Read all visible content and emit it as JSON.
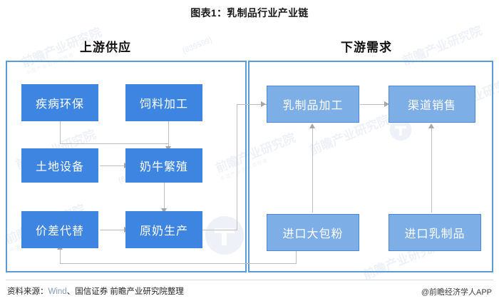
{
  "figure": {
    "title": "图表1：乳制品行业产业链",
    "accent_panel_color": "#5b9bd5",
    "upstream_node_color": "#3d85e0",
    "downstream_node_color": "#7eaee6",
    "connector_color": "#bfbfbf"
  },
  "panels": [
    {
      "id": "upstream",
      "title": "上游供应"
    },
    {
      "id": "downstream",
      "title": "下游需求"
    }
  ],
  "nodes": {
    "upstream": [
      {
        "id": "disease-env",
        "label": "疾病环保"
      },
      {
        "id": "feed-processing",
        "label": "饲料加工"
      },
      {
        "id": "land-equipment",
        "label": "土地设备"
      },
      {
        "id": "cow-breeding",
        "label": "奶牛繁殖"
      },
      {
        "id": "price-substitute",
        "label": "价差代替"
      },
      {
        "id": "raw-milk-production",
        "label": "原奶生产"
      }
    ],
    "downstream": [
      {
        "id": "dairy-processing",
        "label": "乳制品加工"
      },
      {
        "id": "channel-sales",
        "label": "渠道销售"
      },
      {
        "id": "imported-bulk-powder",
        "label": "进口大包粉"
      },
      {
        "id": "imported-dairy",
        "label": "进口乳制品"
      }
    ]
  },
  "watermarks": {
    "brand": "前瞻产业研究院",
    "brand_sub": "中国产业咨询领导者",
    "id_code": "(839599)"
  },
  "footer": {
    "source_prefix": "资料来源：",
    "source_wind": "Wind",
    "source_rest": "、国信证券 前瞻产业研究院整理",
    "credit": "@前瞻经济学人APP"
  }
}
